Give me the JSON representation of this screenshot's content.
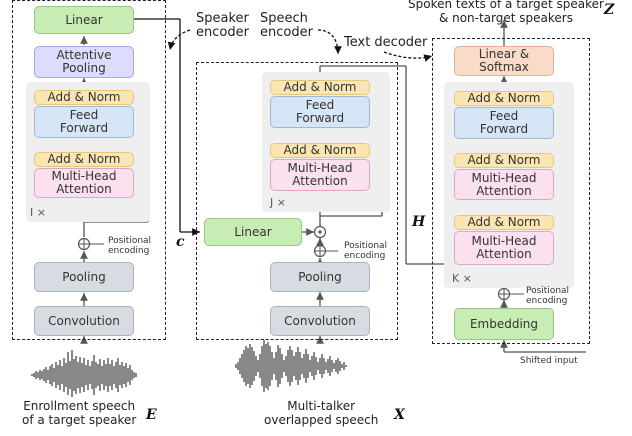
{
  "speaker_encoder": {
    "title": "Speaker\nencoder",
    "linear": "Linear",
    "attentive_pooling": "Attentive\nPooling",
    "add_norm_top": "Add & Norm",
    "feed_forward": "Feed\nForward",
    "add_norm_bottom": "Add & Norm",
    "mha": "Multi-Head\nAttention",
    "repeat": "I ×",
    "positional": "Positional\nencoding",
    "pooling": "Pooling",
    "convolution": "Convolution",
    "input_caption": "Enrollment speech\nof a target speaker",
    "input_symbol": "E",
    "output_symbol": "c"
  },
  "speech_encoder": {
    "title": "Speech\nencoder",
    "add_norm_top": "Add & Norm",
    "feed_forward": "Feed\nForward",
    "add_norm_bottom": "Add & Norm",
    "mha": "Multi-Head\nAttention",
    "repeat": "J ×",
    "linear": "Linear",
    "positional": "Positional\nencoding",
    "pooling": "Pooling",
    "convolution": "Convolution",
    "input_caption": "Multi-talker\noverlapped speech",
    "input_symbol": "X",
    "output_symbol": "H"
  },
  "text_decoder": {
    "title": "Text decoder",
    "output_caption": "Spoken texts of a target speaker\n& non-target speakers",
    "output_symbol": "Z",
    "linear_softmax": "Linear &\nSoftmax",
    "add_norm_1": "Add & Norm",
    "feed_forward": "Feed\nForward",
    "add_norm_2": "Add & Norm",
    "mha_cross": "Multi-Head\nAttention",
    "add_norm_3": "Add & Norm",
    "mha_self": "Multi-Head\nAttention",
    "repeat": "K ×",
    "positional": "Positional\nencoding",
    "embedding": "Embedding",
    "shifted_input": "Shifted input"
  }
}
